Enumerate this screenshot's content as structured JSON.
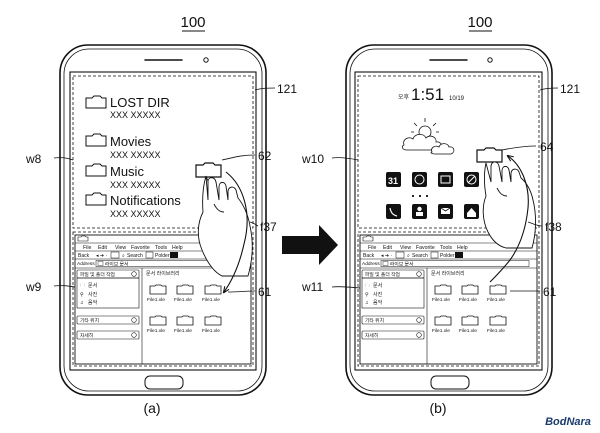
{
  "figure_number": "100",
  "arrow": {
    "color": "#111111"
  },
  "panels": [
    {
      "caption": "(a)",
      "labels": {
        "phone": "121",
        "top": "w8",
        "bottom": "w9",
        "icon": "62",
        "gesture": "f37",
        "target": "61"
      },
      "file_list": [
        {
          "name": "LOST DIR",
          "sub": "XXX XXXXX"
        },
        {
          "name": "Movies",
          "sub": "XXX XXXXX"
        },
        {
          "name": "Music",
          "sub": "XXX XXXXX"
        },
        {
          "name": "Notifications",
          "sub": "XXX XXXXX"
        }
      ]
    },
    {
      "caption": "(b)",
      "labels": {
        "phone": "121",
        "top": "w10",
        "bottom": "w11",
        "icon": "64",
        "gesture": "f38",
        "target": "61"
      },
      "home": {
        "ampm": "오후",
        "time": "1:51",
        "date": "10/19"
      }
    }
  ],
  "explorer": {
    "menu": [
      "File",
      "Edit",
      "View",
      "Favorite",
      "Tools",
      "Help"
    ],
    "back": "Back",
    "search": "Search",
    "folder": "Polder",
    "address_label": "Address",
    "address_value": "라이브 문서",
    "address_go": "",
    "sidebar_title": "파일 및 폴더 작업",
    "sidebar_items": [
      "문서",
      "사진",
      "음악"
    ],
    "sidebar_more": "기타 위치",
    "sidebar_detail": "자세히",
    "content_title": "문서 라이브러리",
    "files": [
      "File1.xle",
      "File1.xle",
      "File1.xle",
      "File1.xle",
      "File1.xle",
      "File1.xle"
    ]
  },
  "watermark": "BodNara"
}
